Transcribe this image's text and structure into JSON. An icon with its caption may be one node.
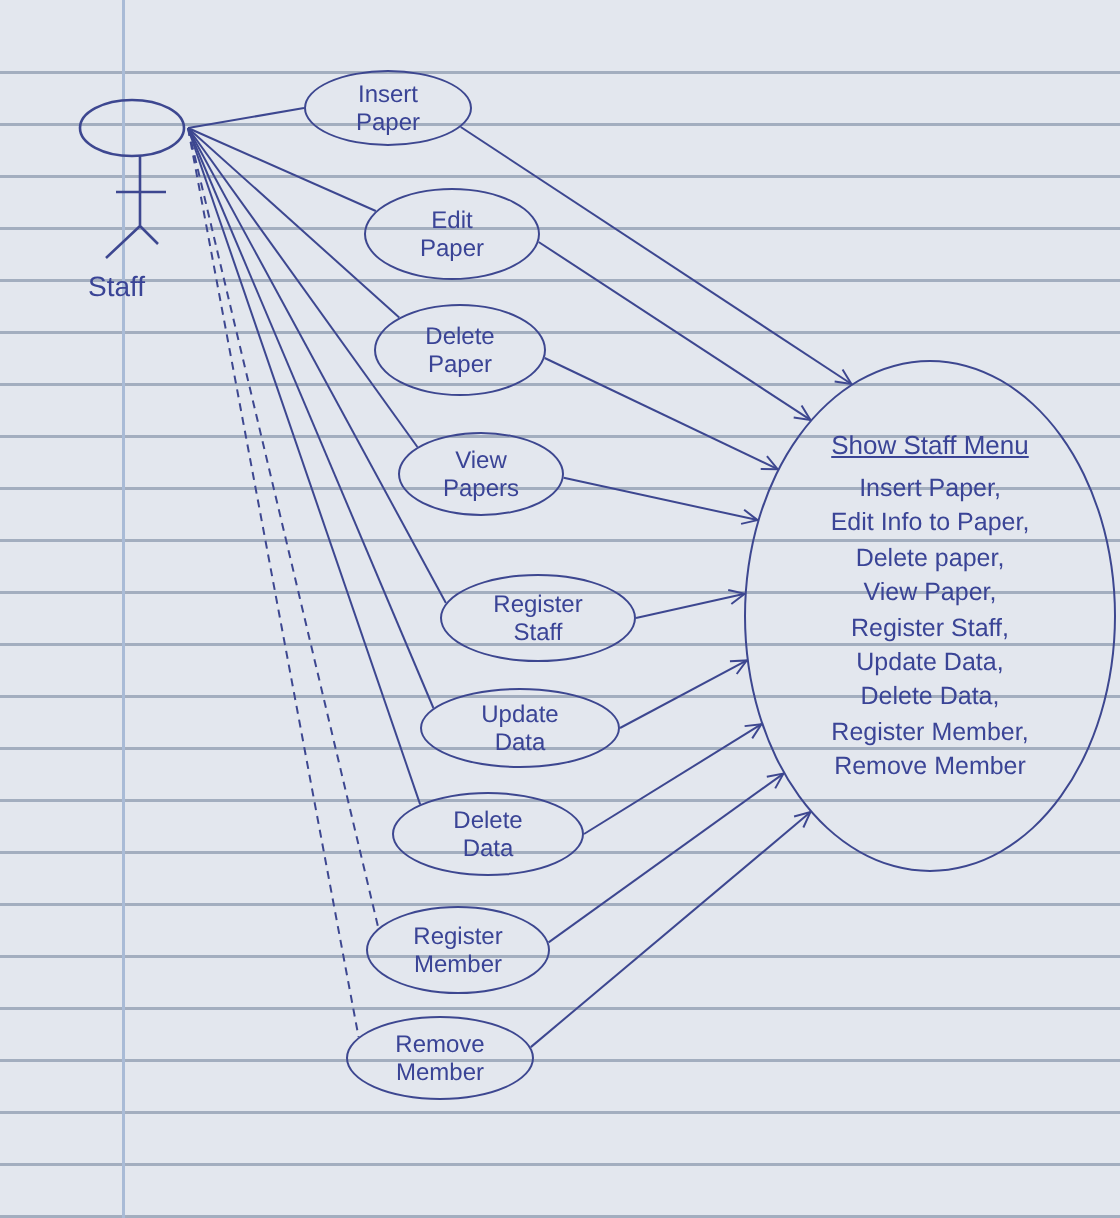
{
  "diagram": {
    "nodes": [
      {
        "text": [
          "Staff"
        ]
      },
      {
        "text": [
          "Insert Paper"
        ]
      },
      {
        "text": [
          "Edit Paper"
        ]
      },
      {
        "text": [
          "Delete Paper"
        ]
      },
      {
        "text": [
          "View Papers"
        ]
      },
      {
        "text": [
          "Register Staff"
        ]
      },
      {
        "text": [
          "Update Data"
        ]
      },
      {
        "text": [
          "Delete Data"
        ]
      },
      {
        "text": [
          "Register Member"
        ]
      },
      {
        "text": [
          "Remove Member"
        ]
      },
      {
        "text": [
          "Show Staff Menu",
          "Insert Paper,",
          "Edit Info to Paper,",
          "Delete paper,",
          "View Paper,",
          "Register Staff,",
          "Update Data,",
          "Delete Data,",
          "Register Member,",
          "Remove Member"
        ]
      }
    ],
    "edges": [
      {
        "from": 0,
        "to": 1,
        "arrow": "none"
      },
      {
        "from": 0,
        "to": 2,
        "arrow": "none"
      },
      {
        "from": 0,
        "to": 3,
        "arrow": "none"
      },
      {
        "from": 0,
        "to": 4,
        "arrow": "none"
      },
      {
        "from": 0,
        "to": 5,
        "arrow": "none"
      },
      {
        "from": 0,
        "to": 6,
        "arrow": "none"
      },
      {
        "from": 0,
        "to": 7,
        "arrow": "none"
      },
      {
        "from": 0,
        "to": 8,
        "arrow": "none",
        "style": "dashed"
      },
      {
        "from": 0,
        "to": 9,
        "arrow": "none",
        "style": "dashed"
      },
      {
        "from": 1,
        "to": 10,
        "arrow": "to"
      },
      {
        "from": 2,
        "to": 10,
        "arrow": "to"
      },
      {
        "from": 3,
        "to": 10,
        "arrow": "to"
      },
      {
        "from": 4,
        "to": 10,
        "arrow": "to"
      },
      {
        "from": 5,
        "to": 10,
        "arrow": "to"
      },
      {
        "from": 6,
        "to": 10,
        "arrow": "to"
      },
      {
        "from": 7,
        "to": 10,
        "arrow": "to"
      },
      {
        "from": 8,
        "to": 10,
        "arrow": "to"
      },
      {
        "from": 9,
        "to": 10,
        "arrow": "to"
      }
    ]
  }
}
